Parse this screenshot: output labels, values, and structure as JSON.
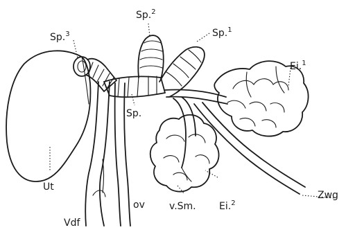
{
  "labels": {
    "sp3": {
      "base": "Sp.",
      "sup": "3"
    },
    "sp2": {
      "base": "Sp.",
      "sup": "2"
    },
    "sp1": {
      "base": "Sp.",
      "sup": "1"
    },
    "sp": {
      "base": "Sp."
    },
    "ei1": {
      "base": "Ei.",
      "sup": "1"
    },
    "ei2": {
      "base": "Ei.",
      "sup": "2"
    },
    "ut": {
      "base": "Ut"
    },
    "zwg": {
      "base": "Zwg"
    },
    "vsm": {
      "base": "v.Sm."
    },
    "vdf": {
      "base": "Vdf"
    },
    "ov": {
      "base": "ov"
    }
  },
  "colors": {
    "ink": "#1a1a1a",
    "paper": "#ffffff"
  }
}
